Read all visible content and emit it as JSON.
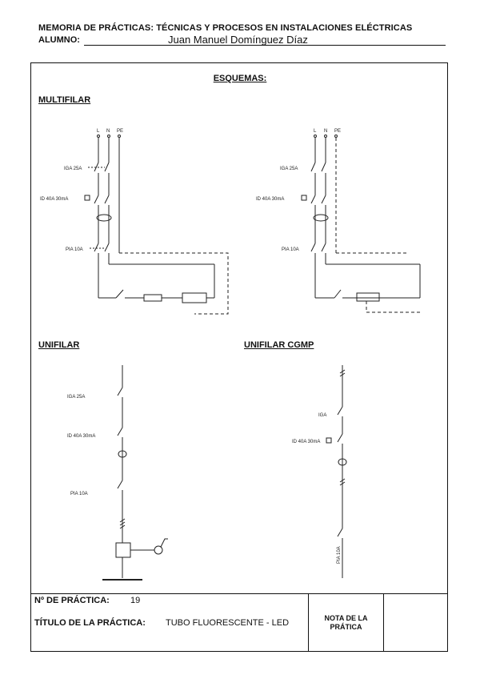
{
  "header": {
    "title": "MEMORIA DE PRÁCTICAS: TÉCNICAS Y PROCESOS EN INSTALACIONES ELÉCTRICAS",
    "alumno_label": "ALUMNO:",
    "alumno_name": "Juan Manuel Domínguez Díaz"
  },
  "main": {
    "title": "ESQUEMAS:",
    "multifilar": "MULTIFILAR",
    "unifilar": "UNIFILAR",
    "unifilar_cgmp": "UNIFILAR CGMP",
    "labels": {
      "l": "L",
      "n": "N",
      "pe": "PE",
      "iga": "IGA 25A",
      "id": "ID 40A 30mA",
      "pia": "PIA 10A",
      "iga_short": "IGA",
      "pia_vertical": "PIA 10A"
    }
  },
  "footer": {
    "practica_label": "Nº DE PRÁCTICA:",
    "practica_value": "19",
    "titulo_label": "TÍTULO DE LA PRÁCTICA:",
    "titulo_value": "TUBO FLUORESCENTE - LED",
    "nota_label": "NOTA DE LA PRÁTICA"
  }
}
